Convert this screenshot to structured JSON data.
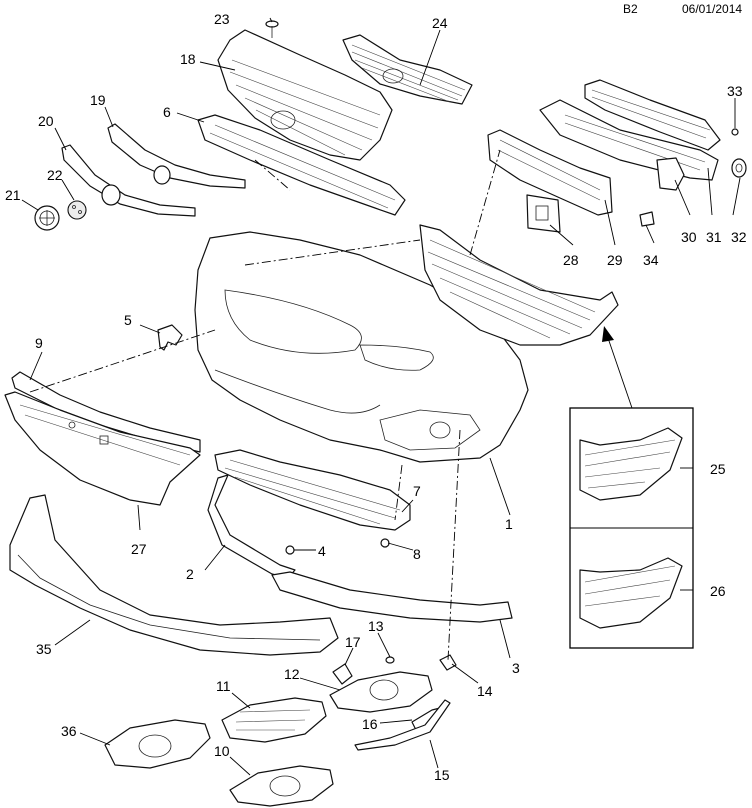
{
  "header": {
    "page_code": "B2",
    "date": "06/01/2014"
  },
  "callouts": [
    {
      "id": "p1",
      "label": "1"
    },
    {
      "id": "p2",
      "label": "2"
    },
    {
      "id": "p3",
      "label": "3"
    },
    {
      "id": "p4",
      "label": "4"
    },
    {
      "id": "p5",
      "label": "5"
    },
    {
      "id": "p6",
      "label": "6"
    },
    {
      "id": "p7",
      "label": "7"
    },
    {
      "id": "p8",
      "label": "8"
    },
    {
      "id": "p9",
      "label": "9"
    },
    {
      "id": "p10",
      "label": "10"
    },
    {
      "id": "p11",
      "label": "11"
    },
    {
      "id": "p12",
      "label": "12"
    },
    {
      "id": "p13",
      "label": "13"
    },
    {
      "id": "p14",
      "label": "14"
    },
    {
      "id": "p15",
      "label": "15"
    },
    {
      "id": "p16",
      "label": "16"
    },
    {
      "id": "p17",
      "label": "17"
    },
    {
      "id": "p18",
      "label": "18"
    },
    {
      "id": "p19",
      "label": "19"
    },
    {
      "id": "p20",
      "label": "20"
    },
    {
      "id": "p21",
      "label": "21"
    },
    {
      "id": "p22",
      "label": "22"
    },
    {
      "id": "p23",
      "label": "23"
    },
    {
      "id": "p24",
      "label": "24"
    },
    {
      "id": "p25",
      "label": "25"
    },
    {
      "id": "p26",
      "label": "26"
    },
    {
      "id": "p27",
      "label": "27"
    },
    {
      "id": "p28",
      "label": "28"
    },
    {
      "id": "p29",
      "label": "29"
    },
    {
      "id": "p30",
      "label": "30"
    },
    {
      "id": "p31",
      "label": "31"
    },
    {
      "id": "p32",
      "label": "32"
    },
    {
      "id": "p33",
      "label": "33"
    },
    {
      "id": "p34",
      "label": "34"
    },
    {
      "id": "p35",
      "label": "35"
    },
    {
      "id": "p36",
      "label": "36"
    }
  ]
}
